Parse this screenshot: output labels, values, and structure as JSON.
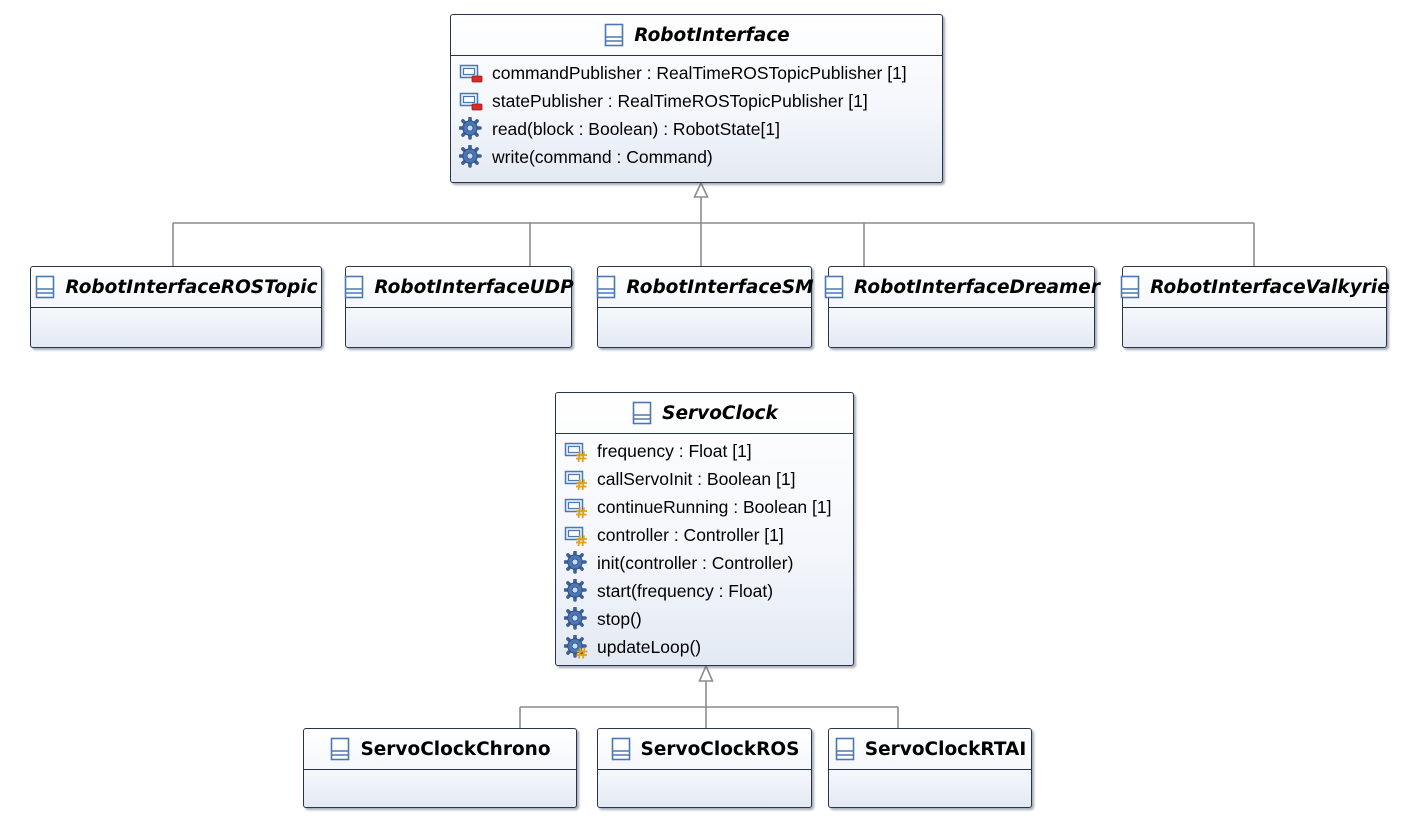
{
  "classes": [
    {
      "id": "robot_interface",
      "name": "RobotInterface",
      "abstract": true,
      "members": [
        {
          "kind": "attribute-private",
          "text": "commandPublisher : RealTimeROSTopicPublisher [1]"
        },
        {
          "kind": "attribute-private",
          "text": "statePublisher : RealTimeROSTopicPublisher [1]"
        },
        {
          "kind": "operation-public",
          "text": "read(block : Boolean) : RobotState[1]"
        },
        {
          "kind": "operation-public",
          "text": "write(command : Command)"
        }
      ]
    },
    {
      "id": "ri_rostopic",
      "name": "RobotInterfaceROSTopic",
      "abstract": true,
      "members": []
    },
    {
      "id": "ri_udp",
      "name": "RobotInterfaceUDP",
      "abstract": true,
      "members": []
    },
    {
      "id": "ri_sm",
      "name": "RobotInterfaceSM",
      "abstract": true,
      "members": []
    },
    {
      "id": "ri_dreamer",
      "name": "RobotInterfaceDreamer",
      "abstract": true,
      "members": []
    },
    {
      "id": "ri_valkyrie",
      "name": "RobotInterfaceValkyrie",
      "abstract": true,
      "members": []
    },
    {
      "id": "servo_clock",
      "name": "ServoClock",
      "abstract": true,
      "members": [
        {
          "kind": "attribute-protected",
          "text": "frequency : Float [1]"
        },
        {
          "kind": "attribute-protected",
          "text": "callServoInit : Boolean [1]"
        },
        {
          "kind": "attribute-protected",
          "text": "continueRunning : Boolean [1]"
        },
        {
          "kind": "attribute-protected",
          "text": "controller : Controller [1]"
        },
        {
          "kind": "operation-public",
          "text": "init(controller : Controller)"
        },
        {
          "kind": "operation-public",
          "text": "start(frequency : Float)"
        },
        {
          "kind": "operation-public",
          "text": "stop()"
        },
        {
          "kind": "operation-protected",
          "text": "updateLoop()"
        }
      ]
    },
    {
      "id": "sc_chrono",
      "name": "ServoClockChrono",
      "abstract": false,
      "members": []
    },
    {
      "id": "sc_ros",
      "name": "ServoClockROS",
      "abstract": false,
      "members": []
    },
    {
      "id": "sc_rtai",
      "name": "ServoClockRTAI",
      "abstract": false,
      "members": []
    }
  ],
  "generalizations": [
    {
      "parent": "robot_interface",
      "children": [
        "ri_rostopic",
        "ri_udp",
        "ri_sm",
        "ri_dreamer",
        "ri_valkyrie"
      ]
    },
    {
      "parent": "servo_clock",
      "children": [
        "sc_chrono",
        "sc_ros",
        "sc_rtai"
      ]
    }
  ],
  "icons": {
    "class": "class-icon",
    "attribute-private": "private-attribute-icon",
    "attribute-protected": "protected-attribute-icon",
    "operation-public": "public-operation-icon",
    "operation-protected": "protected-operation-icon"
  },
  "colors": {
    "border": "#27344a",
    "connector": "#8c8c8c",
    "icon_blue": "#4a78b5",
    "private_marker": "#d62b2b",
    "protected_marker": "#e3a117"
  }
}
